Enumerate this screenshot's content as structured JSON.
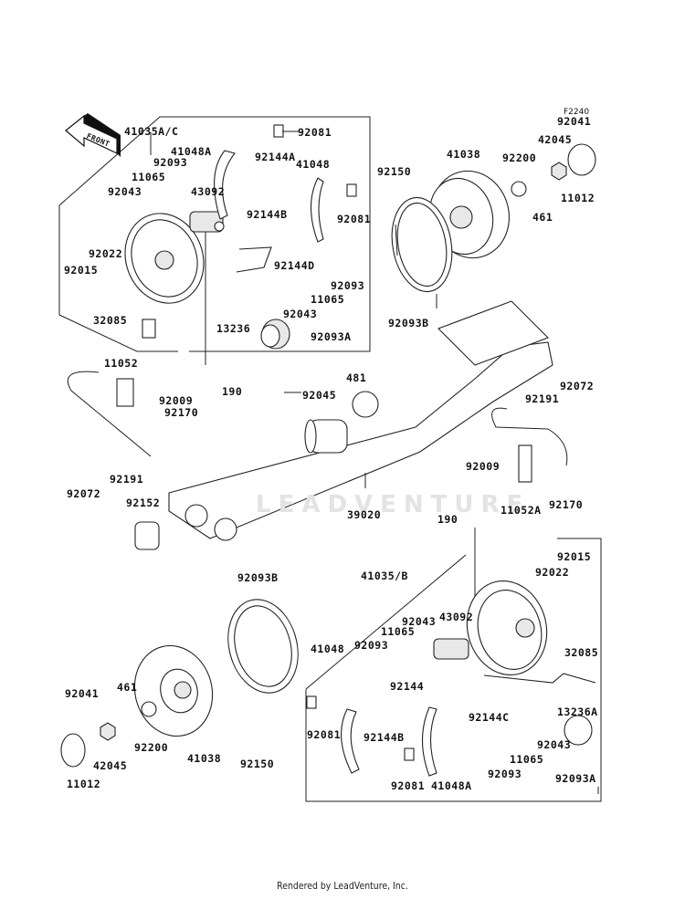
{
  "diagram": {
    "code": "F2240",
    "front_marker": "FRONT",
    "watermark": "LEADVENTURE",
    "footer": "Rendered by LeadVenture, Inc.",
    "labels": {
      "l41035AC": "41035A/C",
      "l92081a": "92081",
      "l41048A_top": "41048A",
      "l92093_top1": "92093",
      "l92144A": "92144A",
      "l41048_top": "41048",
      "l11065_top1": "11065",
      "l92043_top1": "92043",
      "l43092_top": "43092",
      "l92144B_top": "92144B",
      "l92081b": "92081",
      "l92022_top": "92022",
      "l92015_top": "92015",
      "l92144D": "92144D",
      "l92093_top2": "92093",
      "l11065_top2": "11065",
      "l92043_top2": "92043",
      "l32085_top": "32085",
      "l13236": "13236",
      "l92093A_top": "92093A",
      "l92041_top": "92041",
      "l42045_top": "42045",
      "l41038_top": "41038",
      "l92200_top": "92200",
      "l92150_top": "92150",
      "l11012_top": "11012",
      "l461_top": "461",
      "l92093B_top": "92093B",
      "l11052": "11052",
      "l190_top": "190",
      "l92009_left": "92009",
      "l92170_left": "92170",
      "l481": "481",
      "l92045": "92045",
      "l92191_left": "92191",
      "l92072_left": "92072",
      "l92152": "92152",
      "l39020": "39020",
      "l92072_right": "92072",
      "l92191_right": "92191",
      "l92009_right": "92009",
      "l11052A": "11052A",
      "l92170_right": "92170",
      "l190_bottom": "190",
      "l92093B_bottom": "92093B",
      "l41035B": "41035/B",
      "l92015_bot": "92015",
      "l92022_bot": "92022",
      "l43092_bot": "43092",
      "l92043_bot1": "92043",
      "l11065_bot1": "11065",
      "l41048_bot": "41048",
      "l92093_bot1": "92093",
      "l32085_bot": "32085",
      "l92144": "92144",
      "l13236A": "13236A",
      "l92144C": "92144C",
      "l92041_bot": "92041",
      "l461_bot": "461",
      "l92081_bot1": "92081",
      "l92144B_bot": "92144B",
      "l92043_bot2": "92043",
      "l11065_bot2": "11065",
      "l92200_bot": "92200",
      "l41038_bot": "41038",
      "l92150_bot": "92150",
      "l42045_bot": "42045",
      "l11012_bot": "11012",
      "l92081_bot2": "92081",
      "l41048A_bot": "41048A",
      "l92093_bot2": "92093",
      "l92093A_bot": "92093A"
    }
  }
}
